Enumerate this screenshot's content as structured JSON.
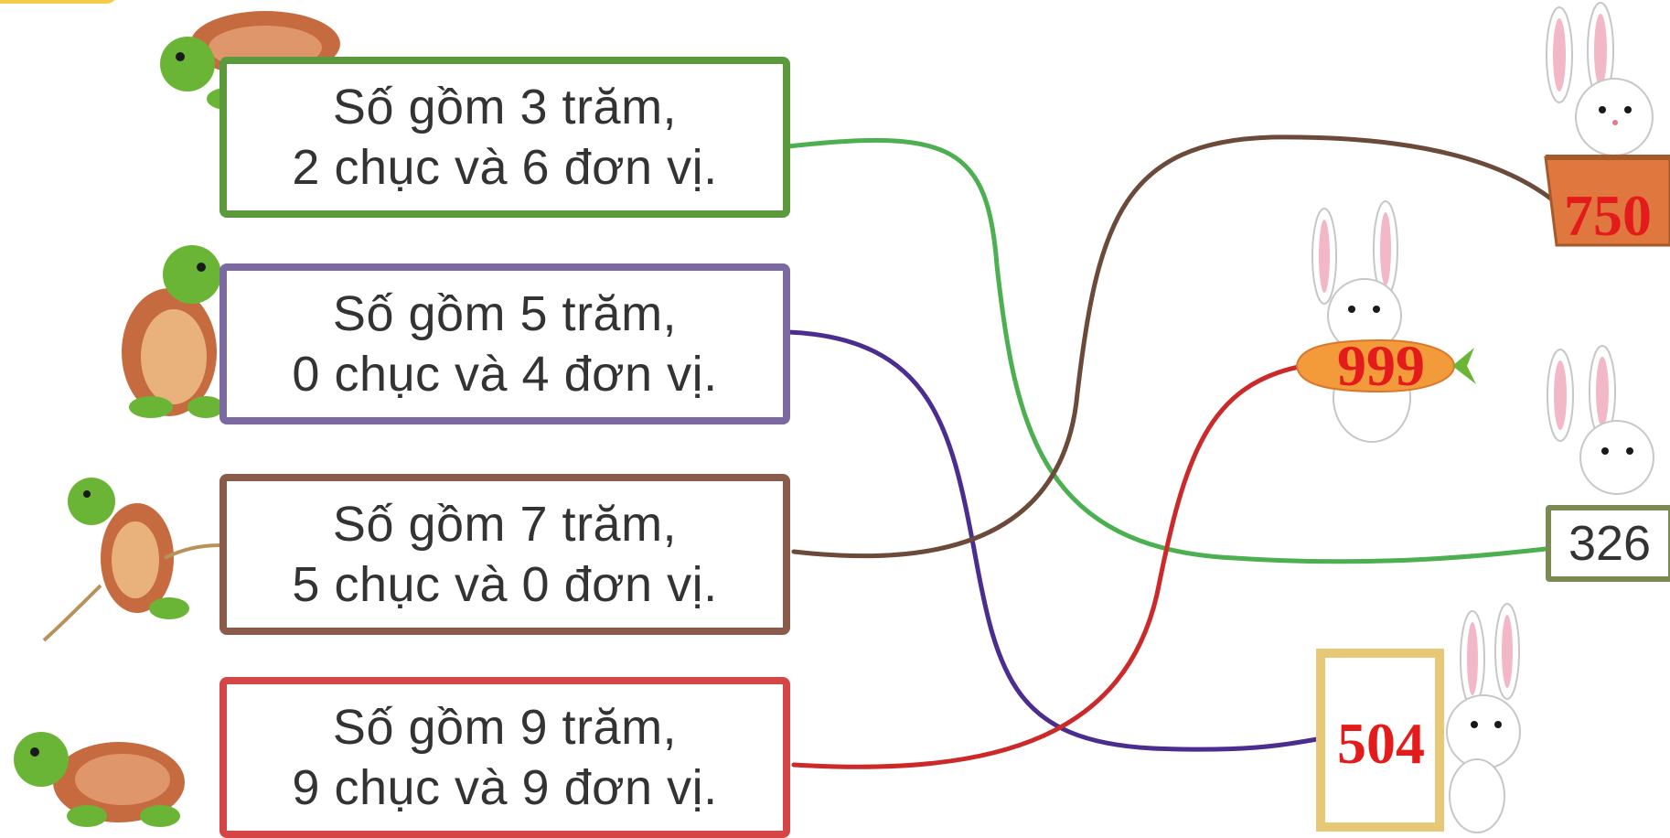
{
  "clues": [
    {
      "line1": "Số gồm 3 trăm,",
      "line2": "2 chục và 6 đơn vị.",
      "color": "#5a9a3c"
    },
    {
      "line1": "Số gồm 5 trăm,",
      "line2": "0 chục và 4 đơn vị.",
      "color": "#7b69a0"
    },
    {
      "line1": "Số gồm 7 trăm,",
      "line2": "5 chục và 0 đơn vị.",
      "color": "#8a5a4a"
    },
    {
      "line1": "Số gồm 9 trăm,",
      "line2": "9 chục và 9 đơn vị.",
      "color": "#d64545"
    }
  ],
  "targets": {
    "basket": "750",
    "carrot": "999",
    "sign": "326",
    "frame": "504"
  },
  "line_colors": {
    "green": "#4caf50",
    "purple": "#4a2d8f",
    "brown": "#6b4a3a",
    "red": "#cc2a2a"
  },
  "icons": [
    "turtle-icon",
    "rabbit-icon",
    "carrot-icon",
    "basket-icon",
    "picture-frame-icon"
  ]
}
